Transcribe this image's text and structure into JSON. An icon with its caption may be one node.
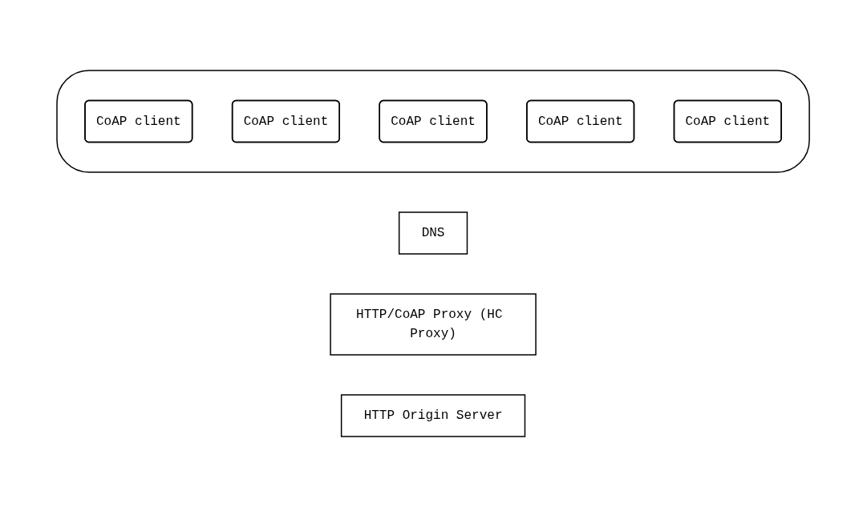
{
  "diagram": {
    "nodes": [
      {
        "text": [
          "DNS"
        ]
      },
      {
        "text": [],
        "shape": "octagon"
      },
      {
        "text": [
          "CoAP client"
        ],
        "in": 1
      },
      {
        "text": [
          "CoAP client"
        ],
        "in": 1
      },
      {
        "text": [
          "HTTP/CoAP Proxy (HC Proxy)"
        ]
      },
      {
        "text": [
          "CoAP client"
        ],
        "in": 1
      },
      {
        "text": [
          "HTTP Origin Server"
        ]
      },
      {
        "text": [
          "CoAP client"
        ],
        "in": 1
      },
      {
        "text": [
          "CoAP client"
        ],
        "in": 1
      }
    ],
    "edges": []
  }
}
